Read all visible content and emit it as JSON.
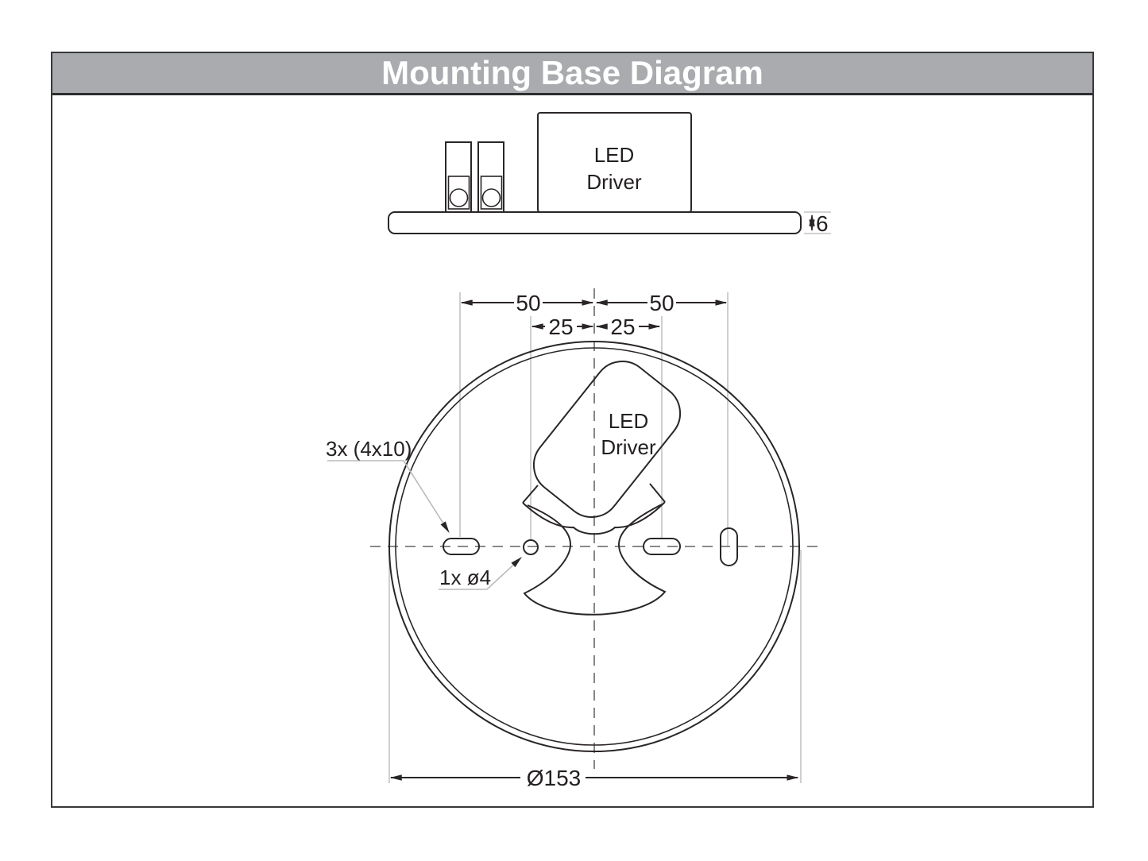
{
  "header": {
    "title": "Mounting Base Diagram",
    "bg_color": "#a9abae",
    "text_color": "#ffffff"
  },
  "side_view": {
    "driver_label_line1": "LED",
    "driver_label_line2": "Driver",
    "thickness_dim": "6"
  },
  "top_view": {
    "driver_label_line1": "LED",
    "driver_label_line2": "Driver",
    "dim_50_left": "50",
    "dim_50_right": "50",
    "dim_25_left": "25",
    "dim_25_right": "25",
    "slot_label": "3x (4x10)",
    "hole_label": "1x ø4",
    "diameter_dim": "Ø153"
  },
  "colors": {
    "line": "#2a2627",
    "extension_line": "#c2c3c5",
    "centerline": "#77797c",
    "leader_line": "#b9babc"
  }
}
